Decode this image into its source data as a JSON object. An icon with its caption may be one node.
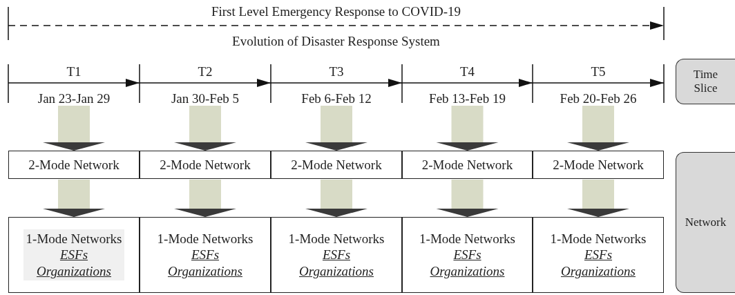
{
  "diagram": {
    "title": "First Level Emergency Response to COVID-19",
    "caption": "Evolution of Disaster Response System",
    "nodes": [
      {
        "text": [
          "T1",
          "Jan 23-Jan 29"
        ]
      },
      {
        "text": [
          "T2",
          "Jan 30-Feb 5"
        ]
      },
      {
        "text": [
          "T3",
          "Feb 6-Feb 12"
        ]
      },
      {
        "text": [
          "T4",
          "Feb 13-Feb 19"
        ]
      },
      {
        "text": [
          "T5",
          "Feb 20-Feb 26"
        ]
      },
      {
        "text": [
          "2-Mode Network"
        ]
      },
      {
        "text": [
          "2-Mode Network"
        ]
      },
      {
        "text": [
          "2-Mode Network"
        ]
      },
      {
        "text": [
          "2-Mode Network"
        ]
      },
      {
        "text": [
          "2-Mode Network"
        ]
      },
      {
        "text": [
          "1-Mode Networks",
          "ESFs",
          "Organizations"
        ]
      },
      {
        "text": [
          "1-Mode Networks",
          "ESFs",
          "Organizations"
        ]
      },
      {
        "text": [
          "1-Mode Networks",
          "ESFs",
          "Organizations"
        ]
      },
      {
        "text": [
          "1-Mode Networks",
          "ESFs",
          "Organizations"
        ]
      },
      {
        "text": [
          "1-Mode Networks",
          "ESFs",
          "Organizations"
        ]
      },
      {
        "text": [
          "Time Slice"
        ]
      },
      {
        "text": [
          "Network"
        ]
      }
    ],
    "edges": [
      {
        "from": 0,
        "to": 5,
        "arrow": "to"
      },
      {
        "from": 1,
        "to": 6,
        "arrow": "to"
      },
      {
        "from": 2,
        "to": 7,
        "arrow": "to"
      },
      {
        "from": 3,
        "to": 8,
        "arrow": "to"
      },
      {
        "from": 4,
        "to": 9,
        "arrow": "to"
      },
      {
        "from": 5,
        "to": 10,
        "arrow": "to"
      },
      {
        "from": 6,
        "to": 11,
        "arrow": "to"
      },
      {
        "from": 7,
        "to": 12,
        "arrow": "to"
      },
      {
        "from": 8,
        "to": 13,
        "arrow": "to"
      },
      {
        "from": 9,
        "to": 14,
        "arrow": "to"
      }
    ]
  }
}
